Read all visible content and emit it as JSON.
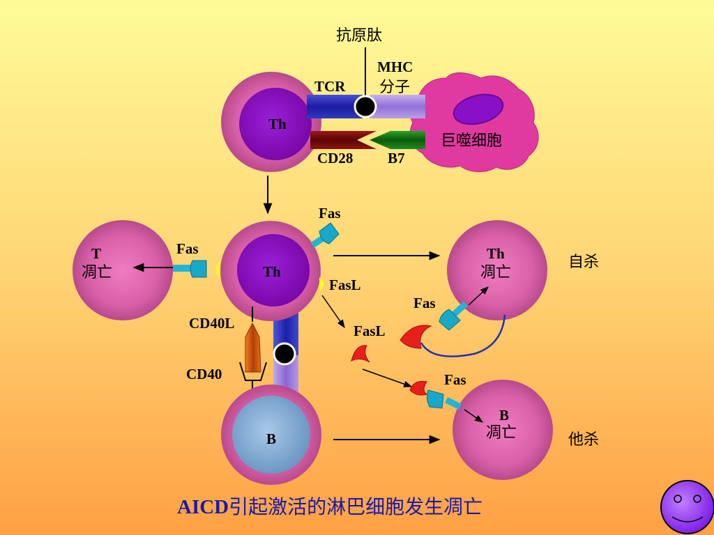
{
  "diagram": {
    "antigen_label": "抗原肽",
    "mhc_label_1": "MHC",
    "mhc_label_2": "分子",
    "tcr_label": "TCR",
    "cd28_label": "CD28",
    "b7_label": "B7",
    "macrophage_label": "巨噬细胞",
    "th_top_label": "Th",
    "th_center_label": "Th",
    "b_cell_label": "B",
    "t_apoptosis_1": "T",
    "t_apoptosis_2": "凋亡",
    "th_apoptosis_1": "Th",
    "th_apoptosis_2": "凋亡",
    "b_apoptosis_1": "B",
    "b_apoptosis_2": "凋亡",
    "fas_top": "Fas",
    "fas_left": "Fas",
    "fasl_right": "FasL",
    "fas_th_target": "Fas",
    "fasl_free": "FasL",
    "fas_b_target": "Fas",
    "cd40l_label": "CD40L",
    "cd40_label": "CD40",
    "suicide_label": "自杀",
    "fratricide_label": "他杀",
    "title_latin": "AICD",
    "title_cjk": "引起激活的淋巴细胞发生凋亡"
  },
  "colors": {
    "bg_top": "#fffb96",
    "bg_bottom": "#ffa348",
    "cell_outer": "#cc5a9c",
    "th_nucleus": "#8a10c2",
    "b_nucleus": "#7fa8cf",
    "macrophage": "#e03aa2",
    "fasl_red": "#e8201c",
    "fas_cyan": "#22b4d4",
    "title": "#1a1aa8",
    "smiley": "#a040ff"
  }
}
